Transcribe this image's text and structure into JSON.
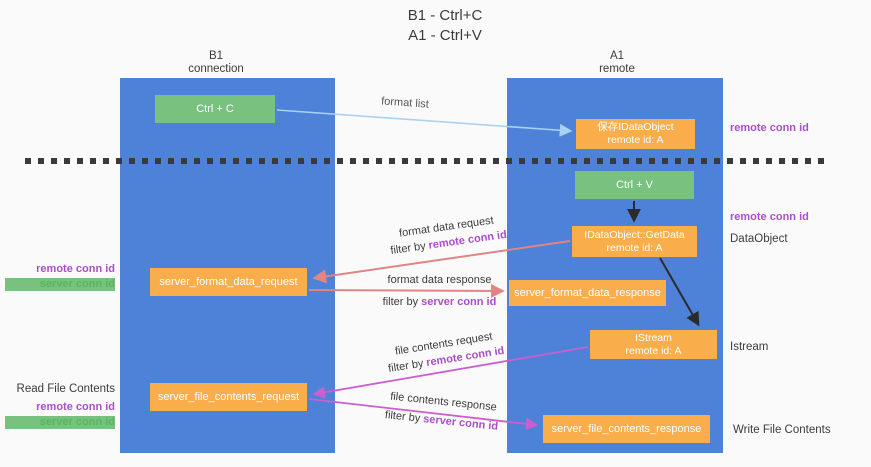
{
  "title": {
    "line1": "B1 - Ctrl+C",
    "line2": "A1 - Ctrl+V"
  },
  "left_column": {
    "header1": "B1",
    "header2": "connection"
  },
  "right_column": {
    "header1": "A1",
    "header2": "remote"
  },
  "boxes": {
    "ctrl_c": {
      "label": "Ctrl + C"
    },
    "save_dataobject": {
      "line1": "保存IDataObject",
      "line2": "remote id: A"
    },
    "ctrl_v": {
      "label": "Ctrl + V"
    },
    "getdata": {
      "line1": "IDataObject::GetData",
      "line2": "remote id: A"
    },
    "format_request": {
      "label": "server_format_data_request"
    },
    "format_response": {
      "label": "server_format_data_response"
    },
    "istream": {
      "line1": "IStream",
      "line2": "remote id: A"
    },
    "file_request": {
      "label": "server_file_contents_request"
    },
    "file_response": {
      "label": "server_file_contents_response"
    }
  },
  "edges": {
    "format_list": {
      "label": "format list"
    },
    "format_request": {
      "line1": "format data request",
      "filter": "filter by",
      "key": "remote conn id"
    },
    "format_response": {
      "line1": "format data response",
      "filter": "filter by",
      "key": "server conn id"
    },
    "file_request": {
      "line1": "file contents request",
      "filter": "filter by",
      "key": "remote conn id"
    },
    "file_response": {
      "line1": "file contents response",
      "filter": "filter by",
      "key": "server conn id"
    }
  },
  "annotations": {
    "right_remote_top": "remote conn id",
    "right_remote_mid": "remote conn id",
    "dataobject": "DataObject",
    "istream": "Istream",
    "write_file_contents": "Write File Contents",
    "left_remote_mid": "remote conn id",
    "left_server_mid": "server conn id",
    "read_file_contents": "Read File Contents",
    "left_remote_bottom": "remote conn id",
    "left_server_bottom": "server conn id"
  },
  "colors": {
    "column_blue": "#4d82d8",
    "box_green": "#79c17e",
    "box_orange": "#f9ae4b",
    "arrow_light_blue": "#a8d2f0",
    "arrow_salmon": "#e08484",
    "arrow_magenta": "#cd5ed0",
    "arrow_black": "#2b2b2b",
    "label_purple": "#ab4fc8",
    "label_green": "#57b75f",
    "dashed_line": "#3a3a3a",
    "background": "#fafafa"
  }
}
